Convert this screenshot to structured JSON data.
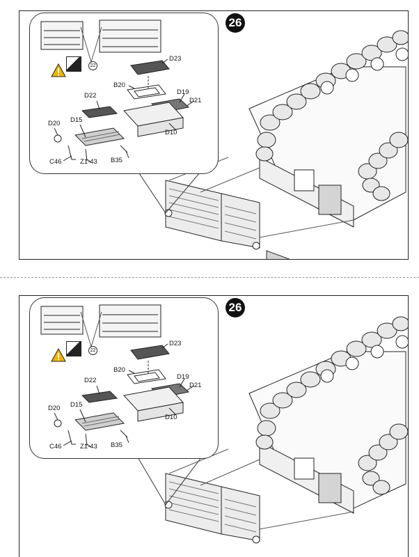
{
  "step_number": "26",
  "paint_ref": "22",
  "colors": {
    "warning": "#f0b400",
    "line": "#222222",
    "hatch": "#6d6d6d"
  },
  "icons": [
    "warning-icon",
    "paint-color-icon"
  ],
  "parts": {
    "d23": "D23",
    "b20": "B20",
    "d19": "D19",
    "d21": "D21",
    "d22": "D22",
    "d15": "D15",
    "d20": "D20",
    "d10": "D10",
    "c46": "C46",
    "z1_43": "Z1-43",
    "b35": "B35"
  }
}
